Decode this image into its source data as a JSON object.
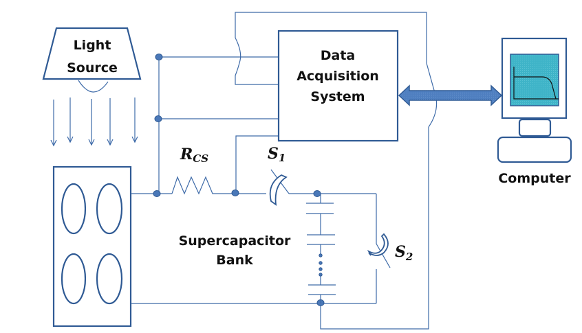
{
  "diagram": {
    "title": "Photovoltaic supercapacitor charging measurement setup",
    "labels": {
      "light_source_line1": "Light",
      "light_source_line2": "Source",
      "daq_line1": "Data",
      "daq_line2": "Acquisition",
      "daq_line3": "System",
      "computer": "Computer",
      "rcs_main": "R",
      "rcs_sub": "CS",
      "s1_main": "S",
      "s1_sub": "1",
      "s2_main": "S",
      "s2_sub": "2",
      "supercap_line1": "Supercapacitor",
      "supercap_line2": "Bank"
    },
    "colors": {
      "wire": "#3d6aa8",
      "outline": "#2f5a94",
      "node": "#4a78b8",
      "arrow_fill": "#4f7fc0",
      "screen_fill": "#3fb4c8"
    },
    "components": [
      {
        "id": "light-source",
        "type": "light-source"
      },
      {
        "id": "solar-panel",
        "type": "pv-module",
        "cells": 4
      },
      {
        "id": "rcs",
        "type": "resistor"
      },
      {
        "id": "s1",
        "type": "switch"
      },
      {
        "id": "s2",
        "type": "switch"
      },
      {
        "id": "supercap-bank",
        "type": "capacitor-stack"
      },
      {
        "id": "daq",
        "type": "data-acquisition-system"
      },
      {
        "id": "computer",
        "type": "computer"
      }
    ]
  }
}
